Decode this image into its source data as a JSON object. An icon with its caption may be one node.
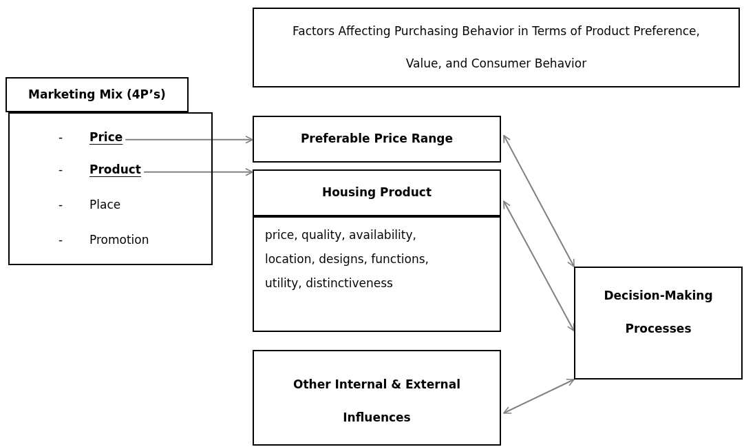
{
  "diagram": {
    "nodes": [
      {
        "text": [
          "Factors Affecting Purchasing Behavior in Terms of Product Preference, Value, and Consumer Behavior"
        ]
      },
      {
        "text": [
          "Marketing Mix (4P’s)"
        ]
      },
      {
        "text": [],
        "shape": "box"
      },
      {
        "text": [
          "Price"
        ],
        "in": 2
      },
      {
        "text": [
          "Product"
        ],
        "in": 2
      },
      {
        "text": [
          "Place"
        ],
        "in": 2
      },
      {
        "text": [
          "Promotion"
        ],
        "in": 2
      },
      {
        "text": [
          "Preferable Price Range"
        ]
      },
      {
        "text": [
          "Housing Product"
        ]
      },
      {
        "text": [
          "price, quality, availability, location, designs, functions, utility, distinctiveness"
        ]
      },
      {
        "text": [
          "Decision-Making Processes"
        ]
      },
      {
        "text": [
          "Other Internal & External Influences"
        ]
      }
    ],
    "edges": [
      {
        "from": 3,
        "to": 7,
        "arrow": "to"
      },
      {
        "from": 4,
        "to": 8,
        "arrow": "to"
      },
      {
        "from": 7,
        "to": 10,
        "arrow": "both"
      },
      {
        "from": 8,
        "to": 10,
        "arrow": "both"
      },
      {
        "from": 11,
        "to": 10,
        "arrow": "both"
      }
    ],
    "labels": [
      "-",
      "-",
      "-",
      "-"
    ]
  }
}
